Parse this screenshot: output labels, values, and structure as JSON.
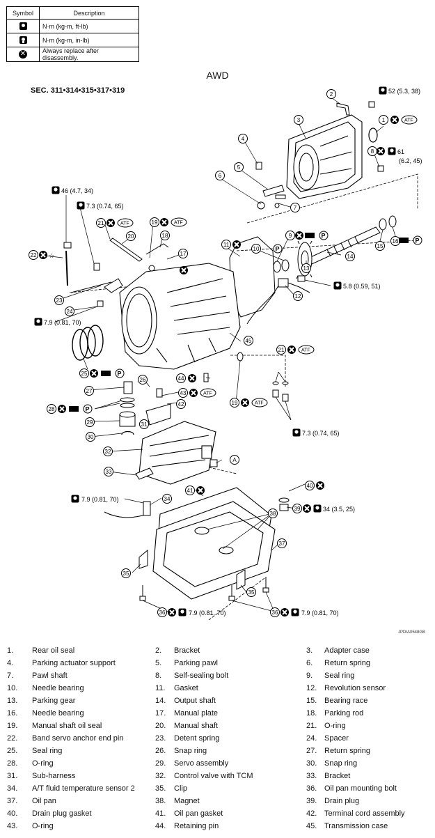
{
  "legend": {
    "header_symbol": "Symbol",
    "header_description": "Description",
    "rows": [
      {
        "icon": "torque-wrench-icon",
        "text": "N·m (kg-m, ft-lb)"
      },
      {
        "icon": "torque-wrench-small-icon",
        "text": "N·m (kg-m, in-lb)"
      },
      {
        "icon": "replace-x-icon",
        "text": "Always replace after disassembly."
      }
    ]
  },
  "title": "AWD",
  "section": "SEC. 311•314•315•317•319",
  "drawing_code": "JPDIA0548GB",
  "torques": {
    "t52": "52 (5.3, 38)",
    "t61": "61",
    "t61b": "(6.2, 45)",
    "t46": "46 (4.7, 34)",
    "t73a": "7.3 (0.74, 65)",
    "t58": "5.8 (0.59, 51)",
    "t79a": "7.9 (0.81, 70)",
    "t73b": "7.3 (0.74, 65)",
    "t79b": "7.9 (0.81, 70)",
    "t34": "34 (3.5, 25)",
    "t79c": "7.9 (0.81, 70)",
    "t79d": "7.9 (0.81, 70)"
  },
  "callouts": [
    "1",
    "2",
    "3",
    "4",
    "5",
    "6",
    "7",
    "8",
    "9",
    "10",
    "11",
    "12",
    "13",
    "14",
    "15",
    "16",
    "17",
    "18",
    "19",
    "20",
    "21",
    "22",
    "23",
    "24",
    "25",
    "26",
    "27",
    "28",
    "29",
    "30",
    "31",
    "32",
    "33",
    "34",
    "35",
    "36",
    "37",
    "38",
    "39",
    "40",
    "41",
    "42",
    "43",
    "44",
    "45",
    "A"
  ],
  "atf_label": "ATF",
  "p_label": "P",
  "star": "☆",
  "parts": [
    [
      "1.",
      "Rear oil seal",
      "2.",
      "Bracket",
      "3.",
      "Adapter case"
    ],
    [
      "4.",
      "Parking actuator support",
      "5.",
      "Parking pawl",
      "6.",
      "Return spring"
    ],
    [
      "7.",
      "Pawl shaft",
      "8.",
      "Self-sealing bolt",
      "9.",
      "Seal ring"
    ],
    [
      "10.",
      "Needle bearing",
      "11.",
      "Gasket",
      "12.",
      "Revolution sensor"
    ],
    [
      "13.",
      "Parking gear",
      "14.",
      "Output shaft",
      "15.",
      "Bearing race"
    ],
    [
      "16.",
      "Needle bearing",
      "17.",
      "Manual plate",
      "18.",
      "Parking rod"
    ],
    [
      "19.",
      "Manual shaft oil seal",
      "20.",
      "Manual shaft",
      "21.",
      "O-ring"
    ],
    [
      "22.",
      "Band servo anchor end pin",
      "23.",
      "Detent spring",
      "24.",
      "Spacer"
    ],
    [
      "25.",
      "Seal ring",
      "26.",
      "Snap ring",
      "27.",
      "Return spring"
    ],
    [
      "28.",
      "O-ring",
      "29.",
      "Servo assembly",
      "30.",
      "Snap ring"
    ],
    [
      "31.",
      "Sub-harness",
      "32.",
      "Control valve with TCM",
      "33.",
      "Bracket"
    ],
    [
      "34.",
      "A/T fluid temperature sensor 2",
      "35.",
      "Clip",
      "36.",
      "Oil pan mounting bolt"
    ],
    [
      "37.",
      "Oil pan",
      "38.",
      "Magnet",
      "39.",
      "Drain plug"
    ],
    [
      "40.",
      "Drain plug gasket",
      "41.",
      "Oil pan gasket",
      "42.",
      "Terminal cord assembly"
    ],
    [
      "43.",
      "O-ring",
      "44.",
      "Retaining pin",
      "45.",
      "Transmission case"
    ]
  ]
}
